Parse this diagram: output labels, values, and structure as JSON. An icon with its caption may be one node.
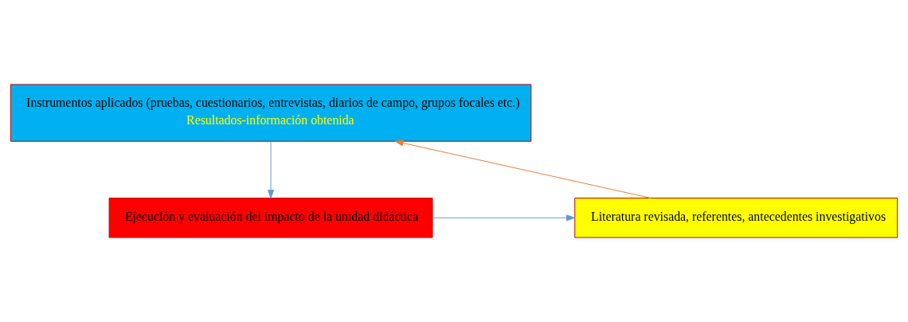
{
  "diagram": {
    "nodes": [
      {
        "text": [
          "Instrumentos aplicados (pruebas, cuestionarios, entrevistas, diarios de campo, grupos focales etc.)",
          "Resultados-información obtenida"
        ]
      },
      {
        "text": [
          "Literatura revisada, referentes, antecedentes investigativos"
        ]
      },
      {
        "text": [
          "Ejecución y evaluación del impacto de la unidad didáctica"
        ]
      }
    ],
    "edges": [
      {
        "from": 1,
        "to": 0,
        "arrow": "to",
        "color": "#ed7d31"
      },
      {
        "from": 0,
        "to": 2,
        "arrow": "to"
      },
      {
        "from": 2,
        "to": 1,
        "arrow": "to"
      }
    ]
  }
}
